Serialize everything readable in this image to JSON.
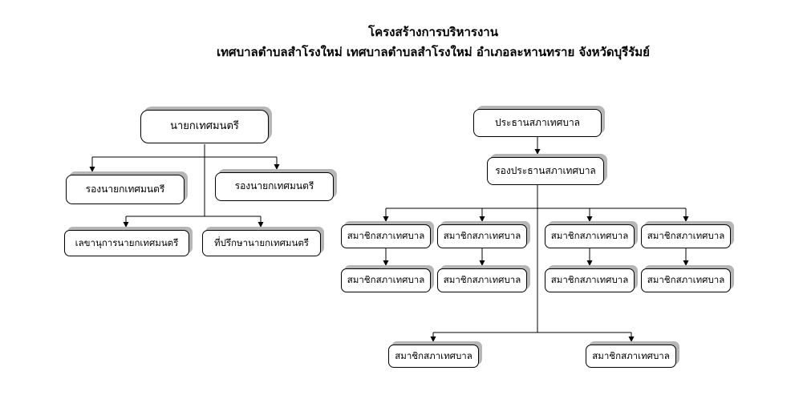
{
  "title": {
    "line1": "โครงสร้างการบริหารงาน",
    "line2": "เทศบาลตำบลสำโรงใหม่ เทศบาลตำบลสำโรงใหม่ อำเภอละหานทราย จังหวัดบุรีรัมย์"
  },
  "executive_chart": {
    "mayor": "นายกเทศมนตรี",
    "deputy_mayor_1": "รองนายกเทศมนตรี",
    "deputy_mayor_2": "รองนายกเทศมนตรี",
    "secretary": "เลขานุการนายกเทศมนตรี",
    "advisor": "ที่ปรึกษานายกเทศมนตรี"
  },
  "council_chart": {
    "chairman": "ประธานสภาเทศบาล",
    "vice_chairman": "รองประธานสภาเทศบาล",
    "members_row1": [
      "สมาชิกสภาเทศบาล",
      "สมาชิกสภาเทศบาล",
      "สมาชิกสภาเทศบาล",
      "สมาชิกสภาเทศบาล"
    ],
    "members_row2": [
      "สมาชิกสภาเทศบาล",
      "สมาชิกสภาเทศบาล",
      "สมาชิกสภาเทศบาล",
      "สมาชิกสภาเทศบาล"
    ],
    "members_row3": [
      "สมาชิกสภาเทศบาล",
      "สมาชิกสภาเทศบาล"
    ]
  },
  "colors": {
    "background": "#ffffff",
    "box_fill": "#ffffff",
    "box_border": "#000000",
    "box_shadow": "#b6b6b6",
    "connector_line": "#000000",
    "text": "#000000"
  }
}
